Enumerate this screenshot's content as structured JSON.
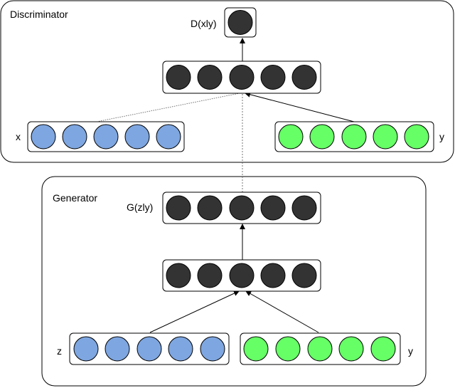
{
  "discriminator": {
    "title": "Discriminator",
    "output_label": "D(xly)",
    "input_x_label": "x",
    "input_y_label": "y"
  },
  "generator": {
    "title": "Generator",
    "output_label": "G(zly)",
    "input_z_label": "z",
    "input_y_label": "y"
  },
  "colors": {
    "dark_node": "#333333",
    "blue_node": "#7ea6e0",
    "green_node": "#66ff66",
    "stroke": "#000000",
    "panel_stroke": "#000000"
  }
}
